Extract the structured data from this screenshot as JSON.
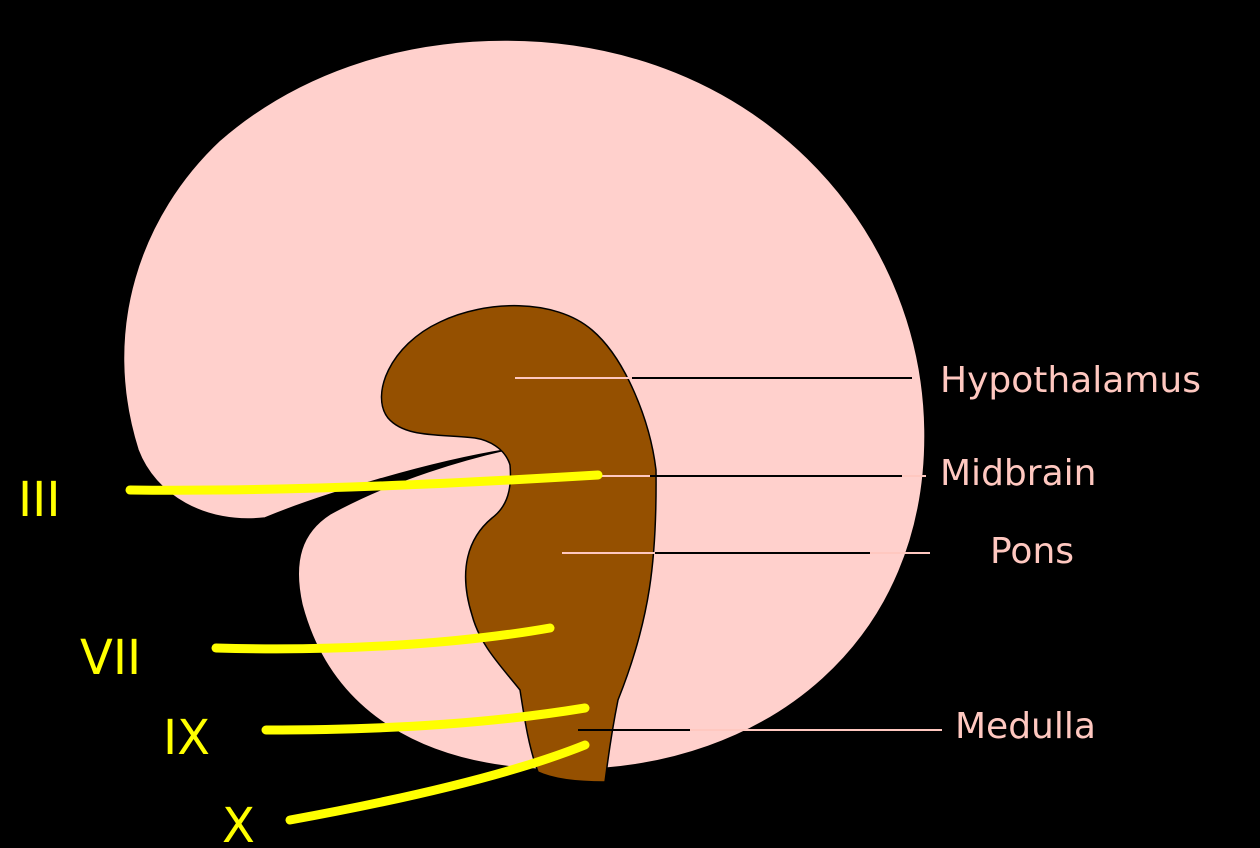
{
  "colors": {
    "background": "#000000",
    "brain": "#FFD0CC",
    "brainstem": "#955000",
    "nerve": "#FFFF00",
    "structure_label": "#FFC8C0",
    "leader_line": "#000000"
  },
  "structure_labels": {
    "hypothalamus": "Hypothalamus",
    "midbrain": "Midbrain",
    "pons": "Pons",
    "medulla": "Medulla"
  },
  "nerve_labels": {
    "oculomotor": "III",
    "facial": "VII",
    "glossopharyngeal": "IX",
    "vagus": "X"
  }
}
